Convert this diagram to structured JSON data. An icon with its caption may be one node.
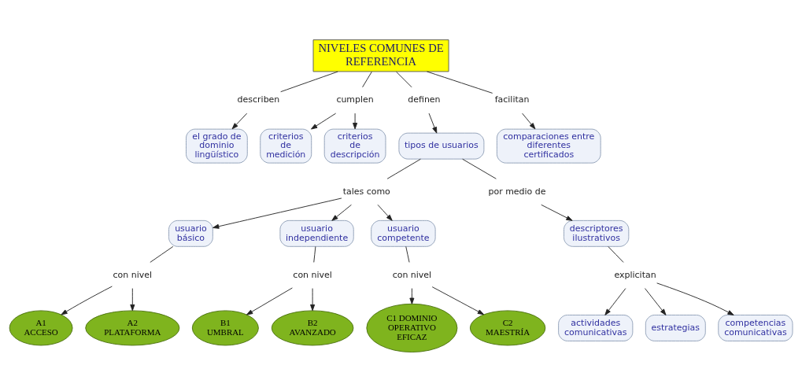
{
  "diagram": {
    "nodes": [
      {
        "text": [
          "NIVELES COMUNES DE REFERENCIA"
        ]
      },
      {
        "text": [
          "describen"
        ]
      },
      {
        "text": [
          "el grado de dominio lingüístico"
        ]
      },
      {
        "text": [
          "cumplen"
        ]
      },
      {
        "text": [
          "criterios de medición"
        ]
      },
      {
        "text": [
          "criterios de descripción"
        ]
      },
      {
        "text": [
          "definen"
        ]
      },
      {
        "text": [
          "tipos de usuarios"
        ]
      },
      {
        "text": [
          "facilitan"
        ]
      },
      {
        "text": [
          "comparaciones entre diferentes certificados"
        ]
      },
      {
        "text": [
          "tales como"
        ]
      },
      {
        "text": [
          "usuario básico"
        ]
      },
      {
        "text": [
          "usuario independiente"
        ]
      },
      {
        "text": [
          "usuario competente"
        ]
      },
      {
        "text": [
          "por medio de"
        ]
      },
      {
        "text": [
          "descriptores ilustrativos"
        ]
      },
      {
        "text": [
          "explicitan"
        ]
      },
      {
        "text": [
          "actividades comunicativas"
        ]
      },
      {
        "text": [
          "estrategias"
        ]
      },
      {
        "text": [
          "competencias comunicativas"
        ]
      },
      {
        "text": [
          "con nivel"
        ]
      },
      {
        "text": [
          "A1 ACCESO"
        ]
      },
      {
        "text": [
          "A2 PLATAFORMA"
        ]
      },
      {
        "text": [
          "con nivel"
        ]
      },
      {
        "text": [
          "B1 UMBRAL"
        ]
      },
      {
        "text": [
          "B2 AVANZADO"
        ]
      },
      {
        "text": [
          "con nivel"
        ]
      },
      {
        "text": [
          "C1 DOMINIO OPERATIVO EFICAZ"
        ]
      },
      {
        "text": [
          "C2 MAESTRÍA"
        ]
      }
    ],
    "edges": [
      {
        "from": 0,
        "to": 1,
        "arrow": "none"
      },
      {
        "from": 1,
        "to": 2,
        "arrow": "to"
      },
      {
        "from": 0,
        "to": 3,
        "arrow": "none"
      },
      {
        "from": 3,
        "to": 4,
        "arrow": "to"
      },
      {
        "from": 3,
        "to": 5,
        "arrow": "to"
      },
      {
        "from": 0,
        "to": 6,
        "arrow": "none"
      },
      {
        "from": 6,
        "to": 7,
        "arrow": "to"
      },
      {
        "from": 0,
        "to": 8,
        "arrow": "none"
      },
      {
        "from": 8,
        "to": 9,
        "arrow": "to"
      },
      {
        "from": 7,
        "to": 10,
        "arrow": "none"
      },
      {
        "from": 10,
        "to": 11,
        "arrow": "to"
      },
      {
        "from": 10,
        "to": 12,
        "arrow": "to"
      },
      {
        "from": 10,
        "to": 13,
        "arrow": "to"
      },
      {
        "from": 7,
        "to": 14,
        "arrow": "none"
      },
      {
        "from": 14,
        "to": 15,
        "arrow": "to"
      },
      {
        "from": 15,
        "to": 16,
        "arrow": "none"
      },
      {
        "from": 16,
        "to": 17,
        "arrow": "to"
      },
      {
        "from": 16,
        "to": 18,
        "arrow": "to"
      },
      {
        "from": 16,
        "to": 19,
        "arrow": "to"
      },
      {
        "from": 11,
        "to": 20,
        "arrow": "none"
      },
      {
        "from": 20,
        "to": 21,
        "arrow": "to"
      },
      {
        "from": 20,
        "to": 22,
        "arrow": "to"
      },
      {
        "from": 12,
        "to": 23,
        "arrow": "none"
      },
      {
        "from": 23,
        "to": 24,
        "arrow": "to"
      },
      {
        "from": 23,
        "to": 25,
        "arrow": "to"
      },
      {
        "from": 13,
        "to": 26,
        "arrow": "none"
      },
      {
        "from": 26,
        "to": 27,
        "arrow": "to"
      },
      {
        "from": 26,
        "to": 28,
        "arrow": "to"
      }
    ]
  }
}
